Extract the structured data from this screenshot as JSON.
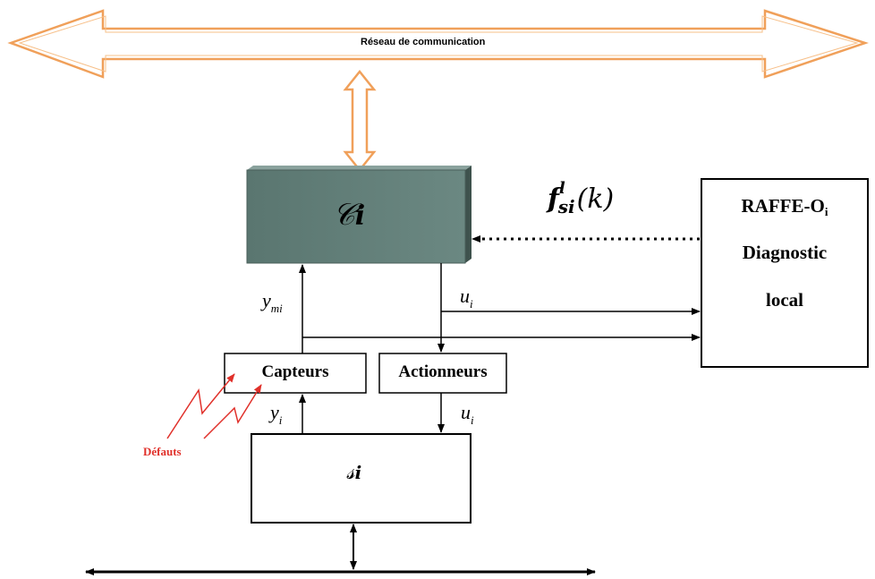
{
  "network": {
    "label": "Réseau de communication"
  },
  "controller": {
    "symbol": "𝒞",
    "subscript": "i"
  },
  "diagnosis": {
    "line1_main": "RAFFE-O",
    "line1_sub": "i",
    "line2": "Diagnostic",
    "line3": "local"
  },
  "fault_signal": {
    "base": "f",
    "sup": "l",
    "sub": "si",
    "arg": "(k)"
  },
  "sensors": {
    "label": "Capteurs"
  },
  "actuators": {
    "label": "Actionneurs"
  },
  "system": {
    "symbol": "𝓈",
    "subscript": "i"
  },
  "signals": {
    "ymi_base": "y",
    "ymi_sub": "mi",
    "ui_top_base": "u",
    "ui_top_sub": "i",
    "yi_base": "y",
    "yi_sub": "i",
    "ui_bottom_base": "u",
    "ui_bottom_sub": "i"
  },
  "faults": {
    "label": "Défauts"
  },
  "colors": {
    "network_arrow": "#f0a05a",
    "controller_fill": "#5f7c76",
    "fault_red": "#e0302a"
  }
}
